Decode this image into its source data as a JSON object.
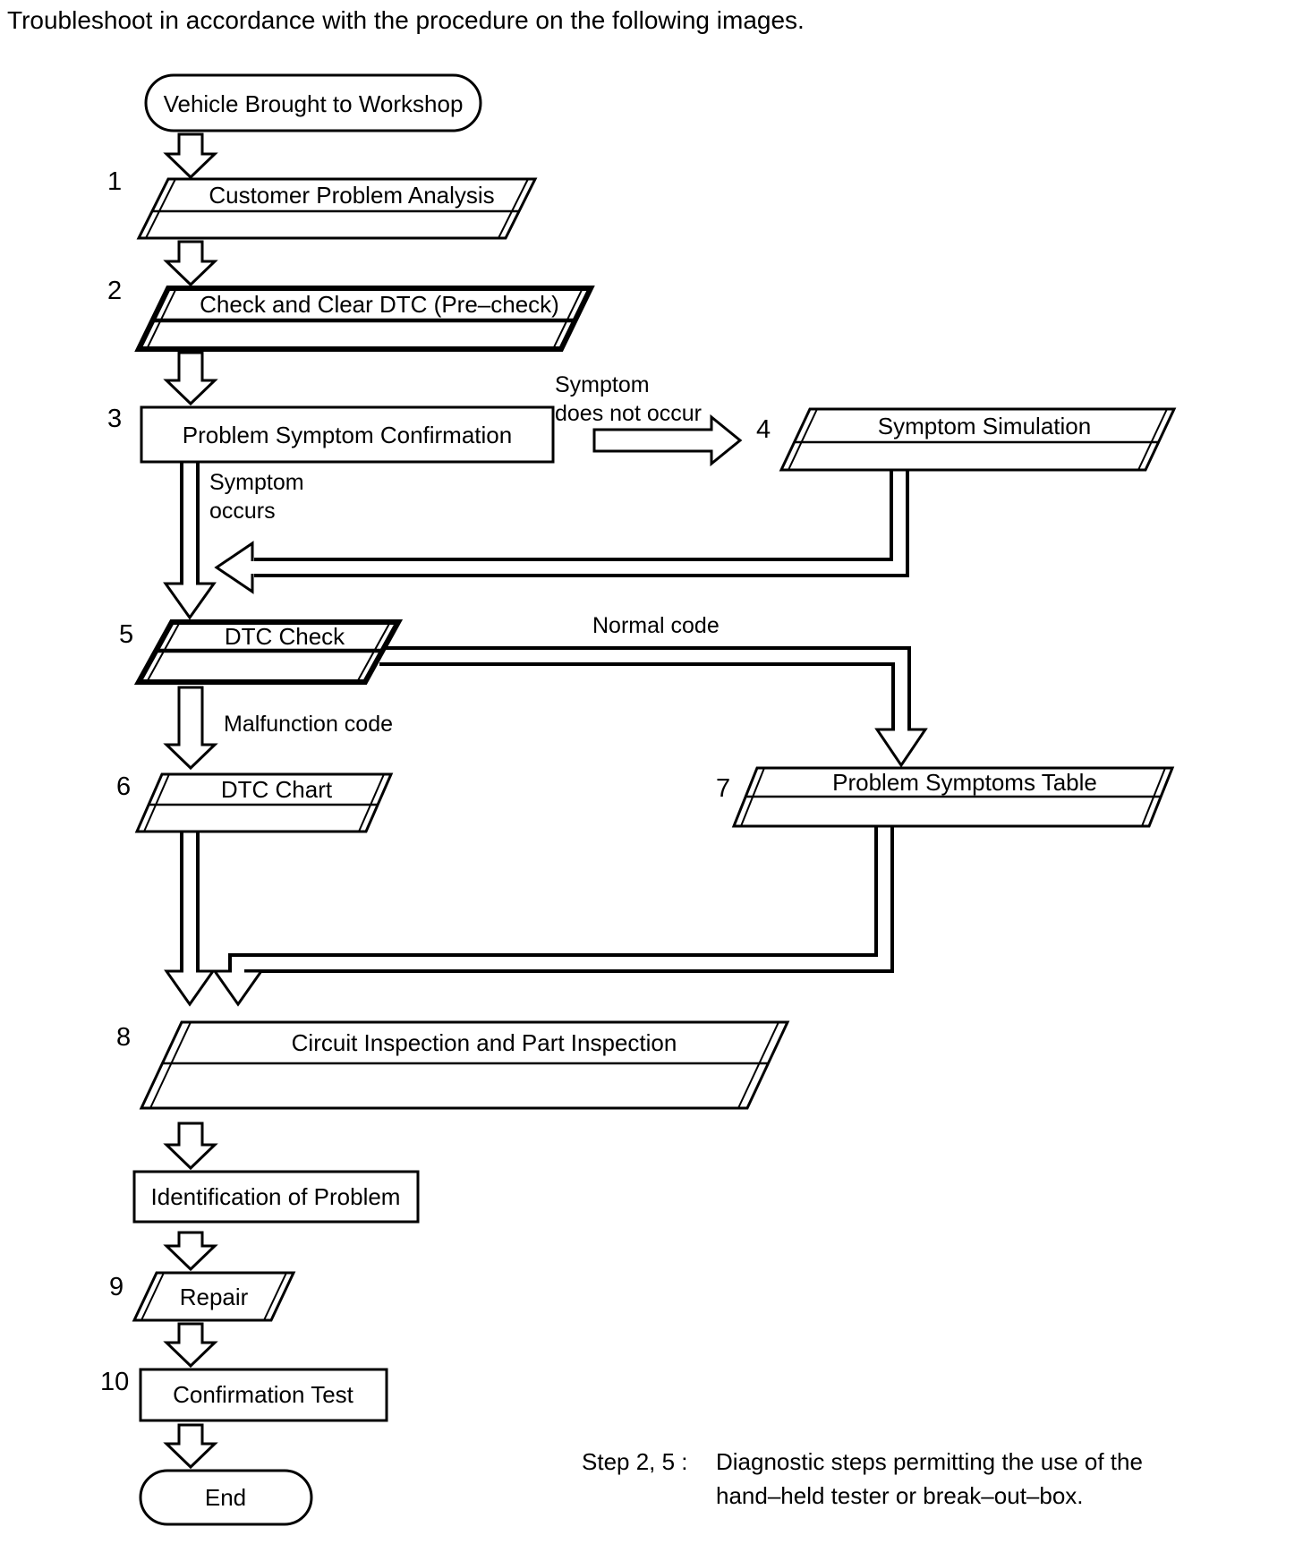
{
  "title": "Troubleshoot in accordance with the procedure on the following images.",
  "colors": {
    "ink": "#000000",
    "background": "#ffffff"
  },
  "nodes": {
    "start": {
      "label": "Vehicle Brought to Workshop"
    },
    "step1": {
      "num": "1",
      "label": "Customer Problem Analysis"
    },
    "step2": {
      "num": "2",
      "label": "Check and Clear DTC (Pre–check)"
    },
    "step3": {
      "num": "3",
      "label": "Problem Symptom Confirmation"
    },
    "step4": {
      "num": "4",
      "label": "Symptom Simulation"
    },
    "step5": {
      "num": "5",
      "label": "DTC Check"
    },
    "step6": {
      "num": "6",
      "label": "DTC Chart"
    },
    "step7": {
      "num": "7",
      "label": "Problem Symptoms Table"
    },
    "step8": {
      "num": "8",
      "label": "Circuit Inspection and Part Inspection"
    },
    "identification": {
      "label": "Identification of Problem"
    },
    "step9": {
      "num": "9",
      "label": "Repair"
    },
    "step10": {
      "num": "10",
      "label": "Confirmation Test"
    },
    "end": {
      "label": "End"
    }
  },
  "edges": {
    "symptom_does_not_occur": [
      "Symptom",
      "does not occur"
    ],
    "symptom_occurs": [
      "Symptom",
      "occurs"
    ],
    "malfunction_code": "Malfunction code",
    "normal_code": "Normal code"
  },
  "note": {
    "prefix": "Step 2, 5 :",
    "line1": "Diagnostic steps permitting the use of the",
    "line2": "hand–held tester or break–out–box."
  }
}
